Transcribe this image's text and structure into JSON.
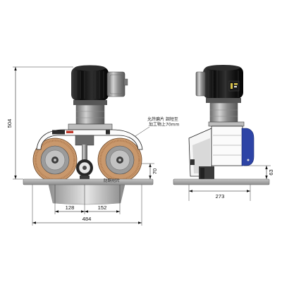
{
  "front_view": {
    "dimensions": {
      "overall_height": "504",
      "wheel_clearance": "70",
      "left_wheel_offset": "128",
      "right_wheel_offset": "152",
      "overall_width": "484"
    },
    "notes": {
      "adjustment_line1": "允許磨片 調短至",
      "adjustment_line2": "加工物上70mm",
      "guard_label": "防銅材片"
    }
  },
  "side_view": {
    "dimensions": {
      "base_height": "63",
      "depth": "273"
    }
  },
  "colors": {
    "motor": "#2c2c2c",
    "brush_ring": "#c9986c",
    "wheel_disc": "#9b9b9b",
    "cover_blue": "#2d44a6"
  }
}
